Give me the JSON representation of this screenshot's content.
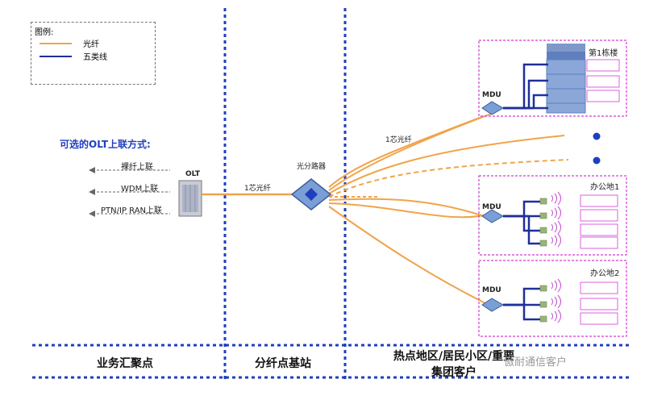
{
  "legend": {
    "title": "图例:",
    "items": [
      {
        "label": "光纤",
        "color": "#f0a44a"
      },
      {
        "label": "五类线",
        "color": "#1f2f9a"
      }
    ]
  },
  "left": {
    "title": "可选的OLT上联方式:",
    "uplinks": [
      "裸纤上联",
      "WDM上联",
      "PTN/IP RAN上联"
    ],
    "olt_label": "OLT"
  },
  "middle": {
    "fiber_label": "1芯光纤",
    "splitter_label": "光分路器"
  },
  "right": {
    "fiber_label": "1芯光纤",
    "mdu_label": "MDU",
    "building_label": "第1栋楼",
    "office1_label": "办公地1",
    "office2_label": "办公地2"
  },
  "zones": [
    "业务汇聚点",
    "分纤点基站",
    "热点地区/居民小区/重要集团客户"
  ],
  "watermark": "傲耐通信客户",
  "colors": {
    "fiber": "#f0a44a",
    "cat5": "#1f2f9a",
    "divider": "#1f3fbf",
    "box": "#d43ad4"
  }
}
